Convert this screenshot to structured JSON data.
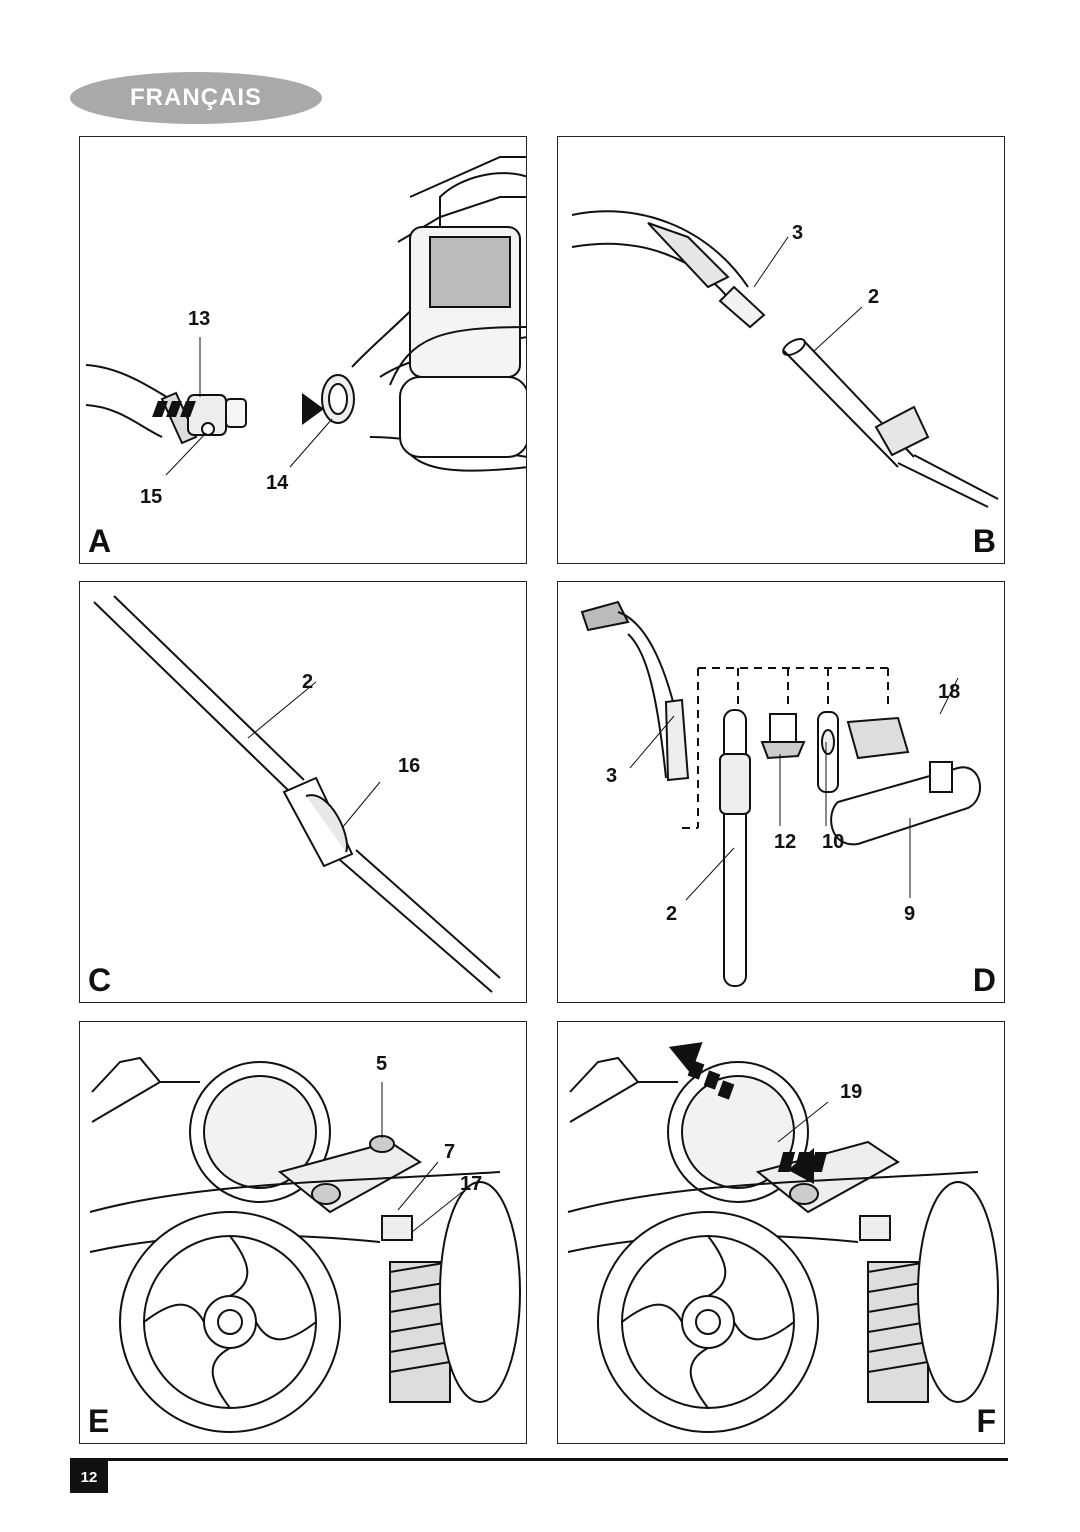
{
  "header": {
    "language_tab": "FRANÇAIS"
  },
  "panels": {
    "A": {
      "letter": "A",
      "callouts": [
        "13",
        "15",
        "14"
      ]
    },
    "B": {
      "letter": "B",
      "callouts": [
        "3",
        "2"
      ]
    },
    "C": {
      "letter": "C",
      "callouts": [
        "2",
        "16"
      ]
    },
    "D": {
      "letter": "D",
      "callouts": [
        "18",
        "3",
        "12",
        "10",
        "2",
        "9"
      ]
    },
    "E": {
      "letter": "E",
      "callouts": [
        "5",
        "7",
        "17"
      ]
    },
    "F": {
      "letter": "F",
      "callouts": [
        "19"
      ]
    }
  },
  "footer": {
    "page_number": "12"
  }
}
